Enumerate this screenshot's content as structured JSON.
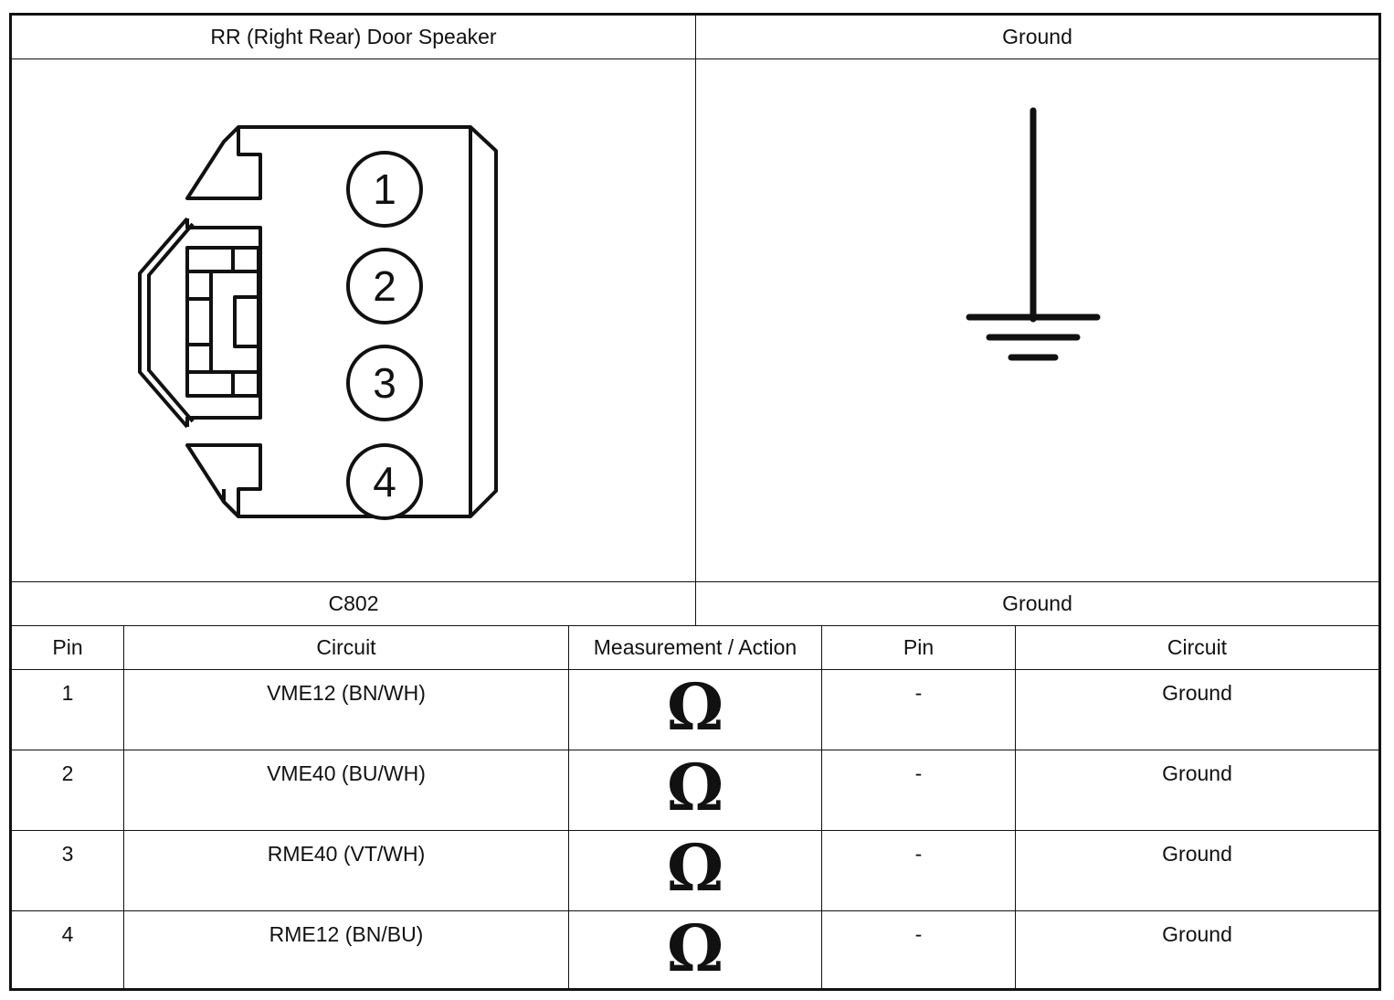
{
  "headers": {
    "left_title": "RR (Right Rear) Door Speaker",
    "right_title": "Ground",
    "left_subtitle": "C802",
    "right_subtitle": "Ground"
  },
  "connector": {
    "pins": [
      "1",
      "2",
      "3",
      "4"
    ]
  },
  "table": {
    "columns": [
      "Pin",
      "Circuit",
      "Measurement / Action",
      "Pin",
      "Circuit"
    ],
    "rows": [
      {
        "pin": "1",
        "circuit": "VME12 (BN/WH)",
        "measurement": "Ω",
        "pin2": "-",
        "circuit2": "Ground"
      },
      {
        "pin": "2",
        "circuit": "VME40 (BU/WH)",
        "measurement": "Ω",
        "pin2": "-",
        "circuit2": "Ground"
      },
      {
        "pin": "3",
        "circuit": "RME40 (VT/WH)",
        "measurement": "Ω",
        "pin2": "-",
        "circuit2": "Ground"
      },
      {
        "pin": "4",
        "circuit": "RME12 (BN/BU)",
        "measurement": "Ω",
        "pin2": "-",
        "circuit2": "Ground"
      }
    ]
  },
  "icons": {
    "connector": "connector-face-icon",
    "ground": "ground-symbol-icon",
    "measurement": "ohm-icon"
  }
}
